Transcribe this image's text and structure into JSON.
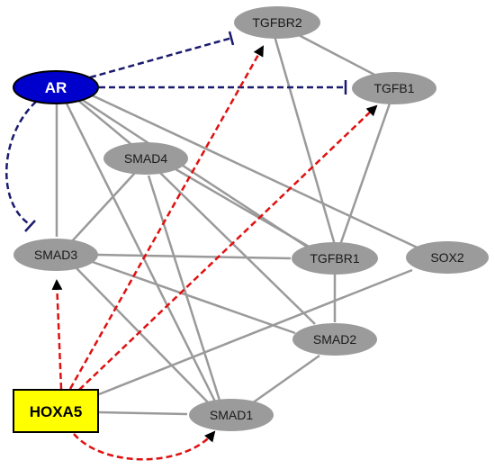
{
  "colors": {
    "gray_node": "#9b9b9b",
    "gray_edge": "#9a9a9a",
    "ar_fill": "#0000cc",
    "ar_text": "#ffffff",
    "hoxa5_fill": "#ffff00",
    "hoxa5_text": "#000000",
    "inhibit_edge": "#1a1a6e",
    "activate_edge": "#e01010"
  },
  "nodes": {
    "AR": "AR",
    "TGFBR2": "TGFBR2",
    "TGFB1": "TGFB1",
    "SMAD4": "SMAD4",
    "SMAD3": "SMAD3",
    "TGFBR1": "TGFBR1",
    "SOX2": "SOX2",
    "SMAD2": "SMAD2",
    "SMAD1": "SMAD1",
    "HOXA5": "HOXA5"
  }
}
